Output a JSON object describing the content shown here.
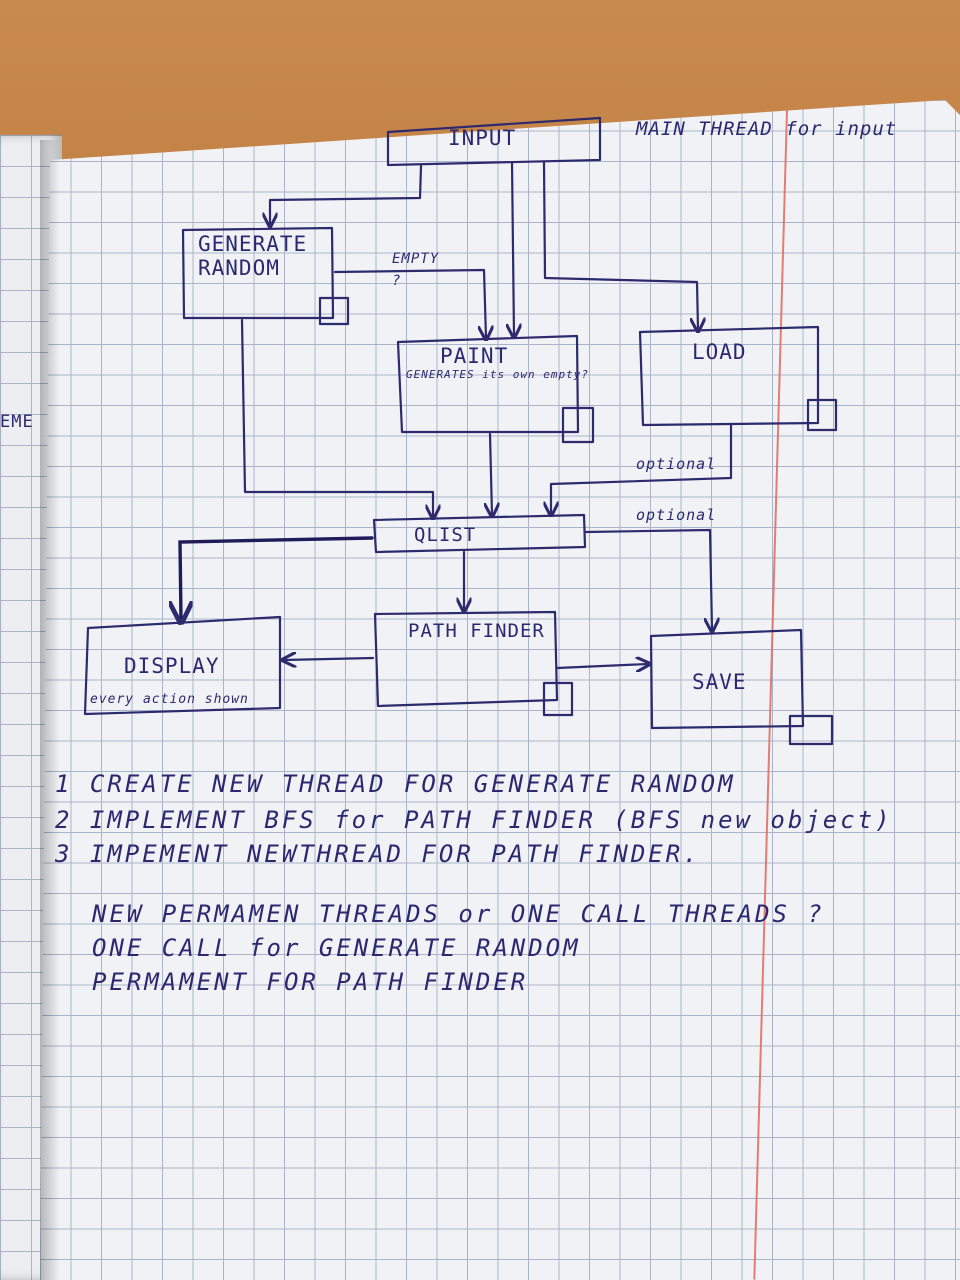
{
  "header": {
    "input": "INPUT",
    "main_thread_note": "MAIN THREAD for input"
  },
  "nodes": {
    "generate_random": "GENERATE\nRANDOM",
    "empty_question": "EMPTY\n?",
    "paint": "PAINT",
    "paint_sub": "GENERATES its own empty?",
    "load": "LOAD",
    "qlist": "QLIST",
    "optional_1": "optional",
    "optional_2": "optional",
    "display": "DISPLAY",
    "display_sub": "every action shown",
    "path_finder": "PATH FINDER",
    "save": "SAVE"
  },
  "left_page_fragment": "EME",
  "notes": [
    "1  CREATE NEW THREAD FOR GENERATE RANDOM",
    "2  IMPLEMENT BFS for PATH FINDER (BFS new object)",
    "3  IMPEMENT NEWTHREAD FOR PATH FINDER.",
    "NEW PERMAMEN THREADS or ONE CALL THREADS ?",
    "ONE CALL for GENERATE RANDOM",
    "PERMAMENT FOR PATH FINDER"
  ],
  "colors": {
    "ink": "#2d2a6e",
    "paper": "#f1f2f6",
    "grid": "#a9b4c8",
    "margin": "#e0695d",
    "desk": "#b8763c"
  }
}
